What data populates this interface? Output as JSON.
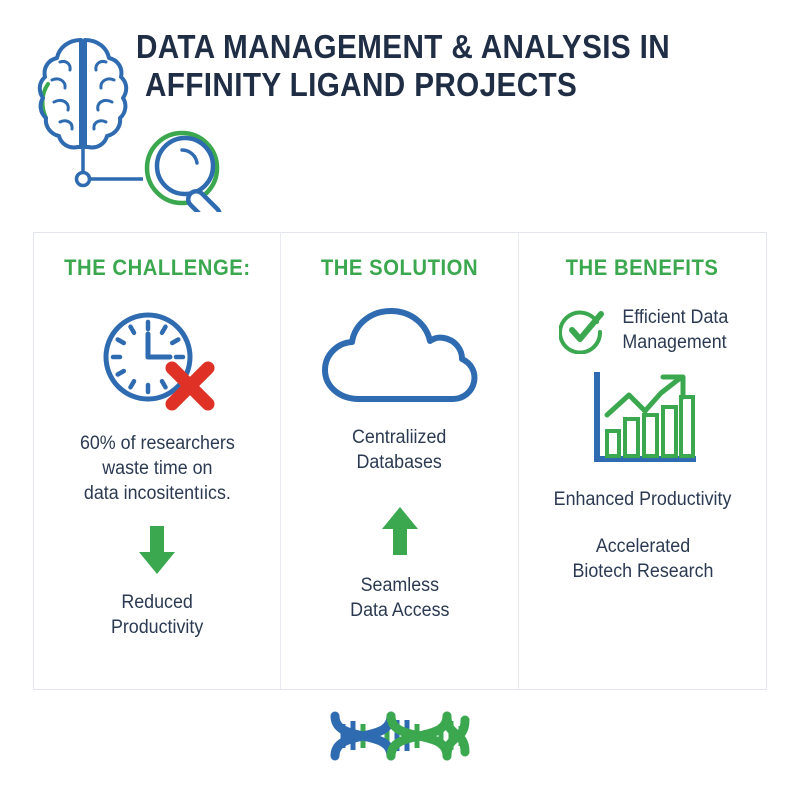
{
  "theme": {
    "navy": "#1f2d45",
    "blue": "#2f6bb0",
    "green": "#3ba84f",
    "red": "#e03127",
    "panel_border": "#e3e6ec",
    "background": "#ffffff"
  },
  "header": {
    "title_line_1": "DATA MANAGEMENT & ANALYSIS IN",
    "title_line_2": "AFFINITY LIGAND PROJECTS",
    "brain_icon": "brain-icon",
    "magnifier_icon": "magnifying-glass-icon",
    "connector_node": "connector-dot"
  },
  "columns": [
    {
      "id": "challenge",
      "heading": "THE CHALLENGE:",
      "icon": "clock-with-red-x-icon",
      "stat_text": "60% of researchers\nwaste time on\ndata incositentıics.",
      "arrow": "down-arrow-icon",
      "arrow_direction": "down",
      "outcome_text": "Reduced\nProductivity"
    },
    {
      "id": "solution",
      "heading": "THE SOLUTION",
      "icon": "cloud-icon",
      "stat_text": "Centraliized\nDatabases",
      "arrow": "up-arrow-icon",
      "arrow_direction": "up",
      "outcome_text": "Seamless\nData Access"
    },
    {
      "id": "benefits",
      "heading": "THE BENEFITS",
      "benefit_1_icon": "check-circle-icon",
      "benefit_1_text": "Efficient Data\nManagement",
      "benefit_2_icon": "growth-bar-chart-icon",
      "benefit_2_text": "Enhanced Productivity",
      "benefit_3_text": "Accelerated\nBiotech Research"
    }
  ],
  "footer": {
    "icon": "dna-helix-icon"
  }
}
